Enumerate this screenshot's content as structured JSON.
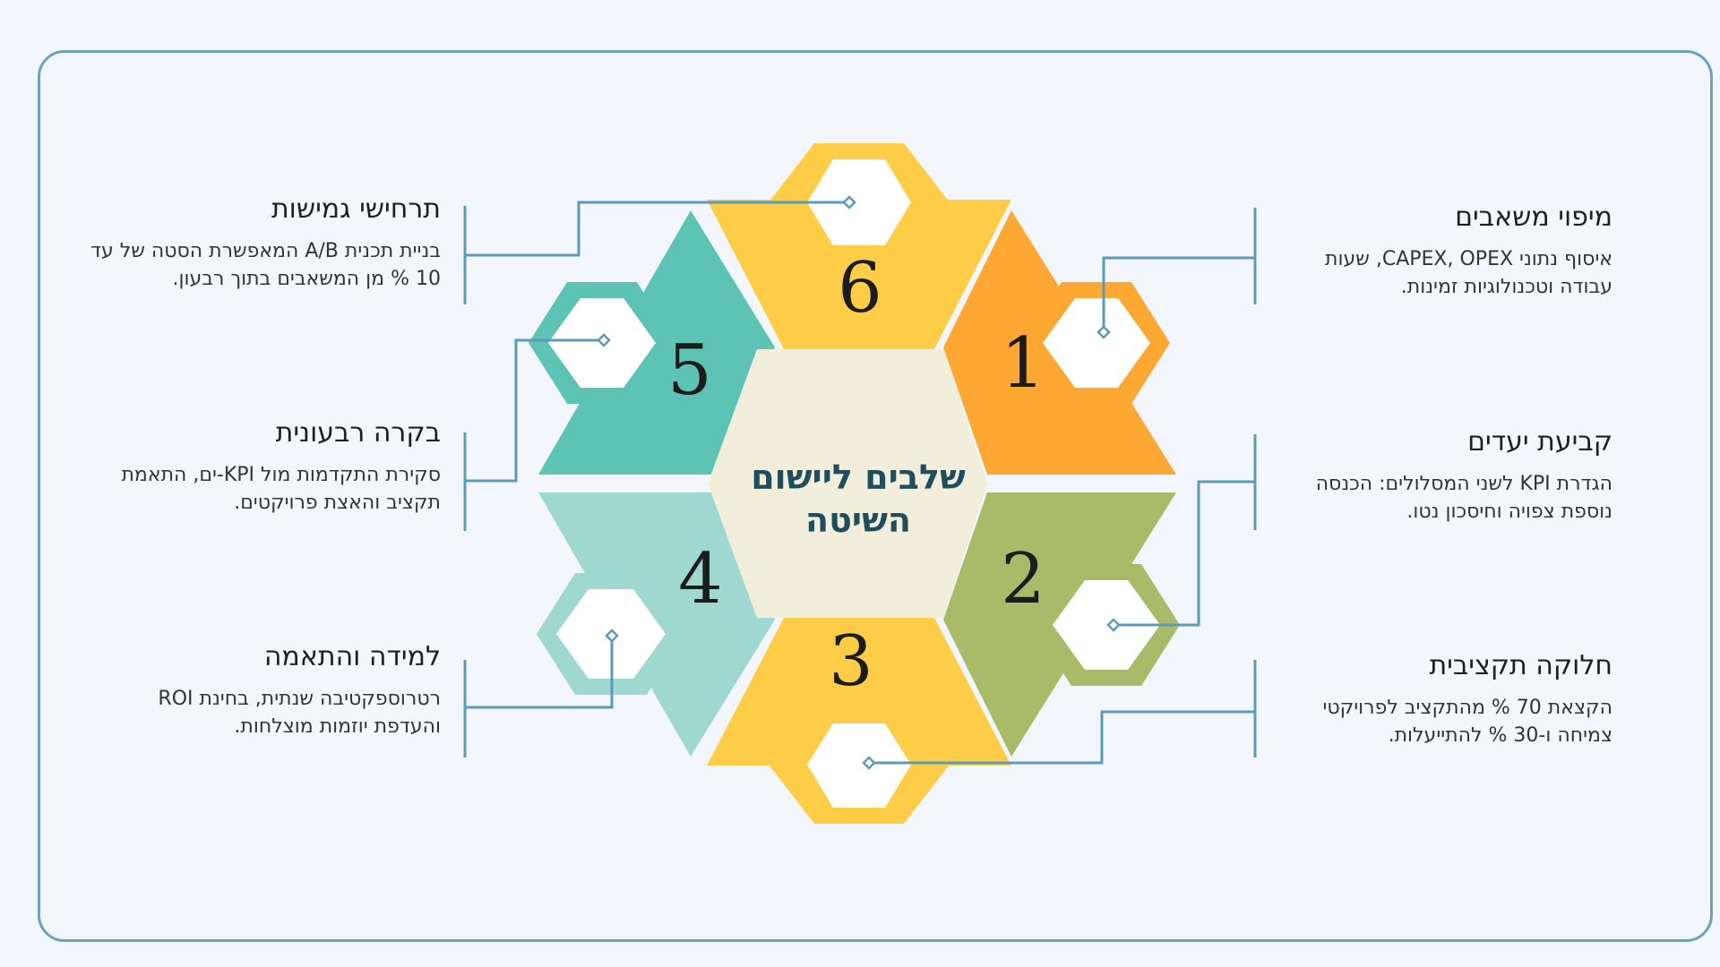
{
  "center_title_lines": [
    "שלבים ליישום",
    "השיטה"
  ],
  "steps": [
    {
      "number": "1",
      "title": "מיפוי משאבים",
      "desc": "איסוף נתוני CAPEX, OPEX, שעות עבודה וטכנולוגיות זמינות.",
      "color": "#fca832"
    },
    {
      "number": "2",
      "title": "קביעת יעדים",
      "desc": "הגדרת KPI לשני המסלולים: הכנסה נוספת צפויה וחיסכון נטו.",
      "color": "#a9bb69"
    },
    {
      "number": "3",
      "title": "חלוקה תקציבית",
      "desc": "הקצאת 70 % מהתקציב לפרויקטי צמיחה ו-30 % להתייעלות.",
      "color": "#fdcd47"
    },
    {
      "number": "4",
      "title": "למידה והתאמה",
      "desc": "רטרוספקטיבה שנתית, בחינת ROI והעדפת יוזמות מוצלחות.",
      "color": "#9fd8d1"
    },
    {
      "number": "5",
      "title": "בקרה רבעונית",
      "desc": "סקירת התקדמות מול KPI-ים, התאמת תקציב והאצת פרויקטים.",
      "color": "#5cc3b5"
    },
    {
      "number": "6",
      "title": "תרחישי גמישות",
      "desc": "בניית תכנית A/B המאפשרת הסטה של עד 10 % מן המשאבים בתוך רבעון.",
      "color": "#fdcd47"
    }
  ],
  "colors": {
    "frame": "#6aa3bd",
    "connector": "#5b9bb8",
    "center_fill": "#f2eedc",
    "center_text": "#1e4e5e",
    "background": "#f3f7fd"
  }
}
